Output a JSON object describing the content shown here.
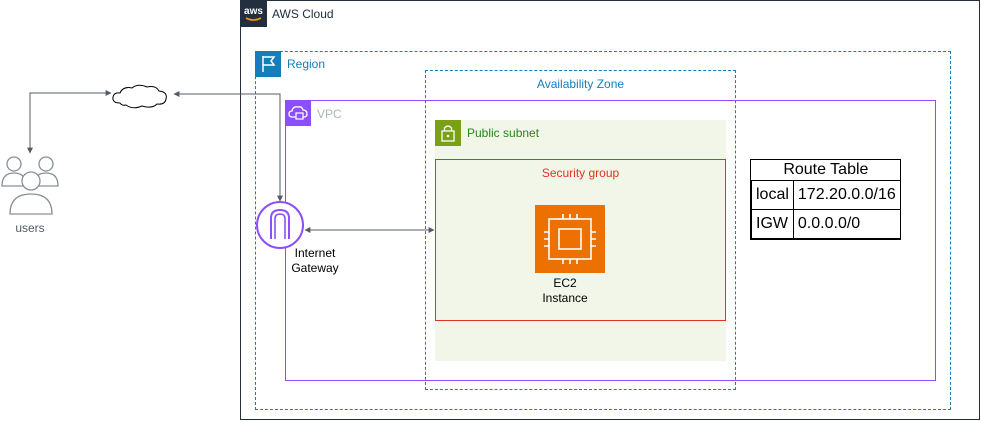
{
  "aws_cloud": {
    "label": "AWS Cloud",
    "logo_text": "aws"
  },
  "region": {
    "label": "Region"
  },
  "availability_zone": {
    "label": "Availability Zone"
  },
  "vpc": {
    "label": "VPC"
  },
  "public_subnet": {
    "label": "Public subnet"
  },
  "security_group": {
    "label": "Security group"
  },
  "ec2": {
    "line1": "EC2",
    "line2": "Instance"
  },
  "internet_gateway": {
    "line1": "Internet",
    "line2": "Gateway"
  },
  "users": {
    "label": "users"
  },
  "route_table": {
    "title": "Route Table",
    "rows": [
      {
        "target": "local",
        "destination": "172.20.0.0/16"
      },
      {
        "target": "IGW",
        "destination": "0.0.0.0/0"
      }
    ]
  },
  "colors": {
    "aws_dark": "#232f3e",
    "region": "#147eba",
    "vpc": "#8c4fff",
    "subnet": "#7aa116",
    "security_group": "#dd3522",
    "ec2": "#ed7100",
    "users": "#879196"
  }
}
